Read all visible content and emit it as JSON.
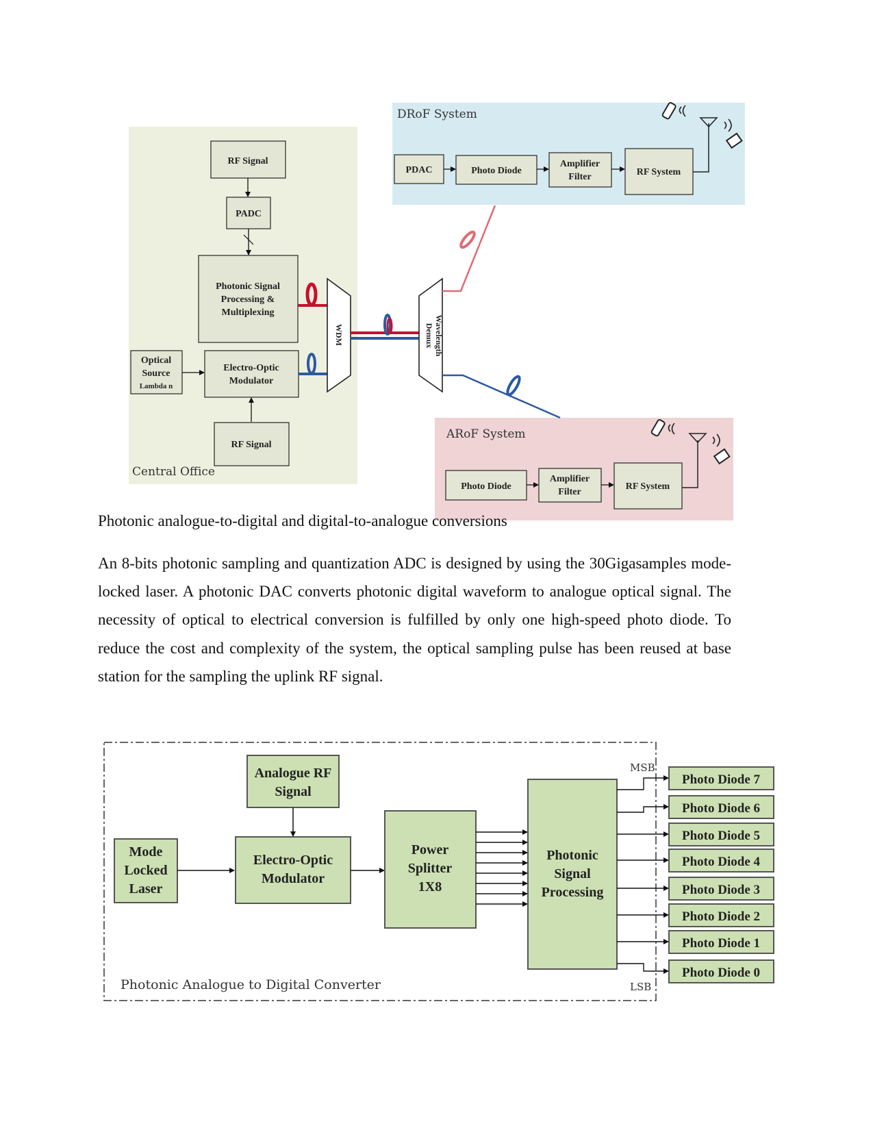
{
  "figure1": {
    "central_office": {
      "label": "Central Office",
      "rf_signal_top": "RF Signal",
      "padc": "PADC",
      "photonic_processing": [
        "Photonic Signal",
        "Processing &",
        "Multiplexing"
      ],
      "optical_source": [
        "Optical",
        "Source",
        "Lambda n"
      ],
      "eo_modulator": [
        "Electro-Optic",
        "Modulator"
      ],
      "rf_signal_bottom": "RF Signal",
      "wdm": "WDM"
    },
    "demux": [
      "Wavelength",
      "Demux"
    ],
    "drof": {
      "label": "DRoF System",
      "pdac": "PDAC",
      "photo_diode": "Photo Diode",
      "amplifier_filter": [
        "Amplifier",
        "Filter"
      ],
      "rf_system": "RF System"
    },
    "arof": {
      "label": "ARoF System",
      "photo_diode": "Photo Diode",
      "amplifier_filter": [
        "Amplifier",
        "Filter"
      ],
      "rf_system": "RF System"
    },
    "colors": {
      "central_bg": "#eef0df",
      "drof_bg": "#d6eaf1",
      "arof_bg": "#efd3d5",
      "box_fill": "#e4e6d5",
      "red_fiber": "#c8102e",
      "blue_fiber": "#2c5aa0",
      "pink_fiber": "#e06a75"
    }
  },
  "caption": "Photonic analogue-to-digital and digital-to-analogue conversions",
  "paragraph": "An 8-bits photonic sampling and quantization ADC is designed by using the 30Gigasamples mode-locked laser. A photonic DAC converts photonic digital waveform to analogue optical signal. The necessity of optical to electrical conversion is fulfilled by only one high-speed photo diode. To reduce the cost and complexity of the system, the optical sampling pulse has been reused at base station for the sampling the uplink RF signal.",
  "figure2": {
    "label": "Photonic Analogue to Digital Converter",
    "mode_locked_laser": [
      "Mode",
      "Locked",
      "Laser"
    ],
    "analogue_rf": [
      "Analogue RF",
      "Signal"
    ],
    "eo_modulator": [
      "Electro-Optic",
      "Modulator"
    ],
    "power_splitter": [
      "Power",
      "Splitter",
      "1X8"
    ],
    "photonic_processing": [
      "Photonic",
      "Signal",
      "Processing"
    ],
    "msb": "MSB",
    "lsb": "LSB",
    "photo_diodes": [
      "Photo Diode 7",
      "Photo Diode 6",
      "Photo Diode 5",
      "Photo Diode 4",
      "Photo Diode 3",
      "Photo Diode 2",
      "Photo Diode 1",
      "Photo Diode 0"
    ],
    "colors": {
      "box_fill": "#cde0b3",
      "box_stroke": "#555555"
    }
  }
}
